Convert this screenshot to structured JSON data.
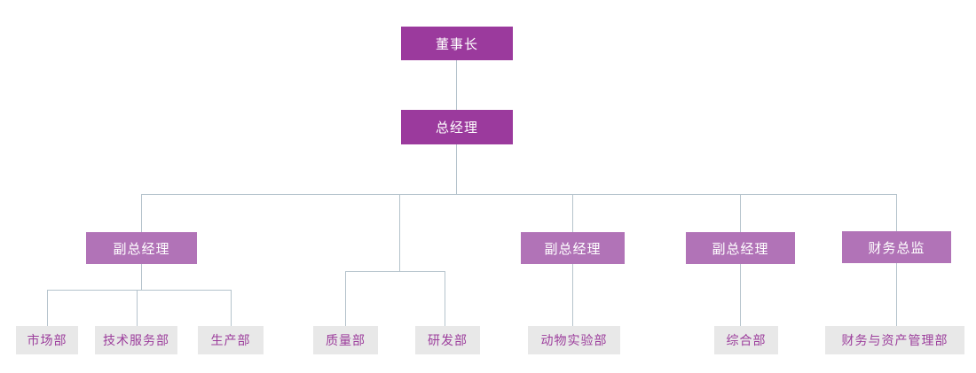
{
  "colors": {
    "level1_bg": "#9b3a9d",
    "level2_bg": "#b173b7",
    "leaf_bg": "#e8e8e8",
    "leaf_text": "#9c3e9c",
    "node_text": "#ffffff",
    "connector_line": "#b5c3cc",
    "page_bg": "#ffffff"
  },
  "org": {
    "nodes": [
      {
        "id": "chairman",
        "label": "董事长",
        "level": 1
      },
      {
        "id": "general-manager",
        "label": "总经理",
        "level": 1
      },
      {
        "id": "deputy-gm-1",
        "label": "副总经理",
        "level": 2
      },
      {
        "id": "deputy-gm-2",
        "label": "副总经理",
        "level": 2
      },
      {
        "id": "deputy-gm-3",
        "label": "副总经理",
        "level": 2
      },
      {
        "id": "finance-director",
        "label": "财务总监",
        "level": 2
      },
      {
        "id": "marketing-dept",
        "label": "市场部",
        "level": 3
      },
      {
        "id": "tech-service-dept",
        "label": "技术服务部",
        "level": 3
      },
      {
        "id": "production-dept",
        "label": "生产部",
        "level": 3
      },
      {
        "id": "quality-dept",
        "label": "质量部",
        "level": 3
      },
      {
        "id": "rd-dept",
        "label": "研发部",
        "level": 3
      },
      {
        "id": "animal-lab-dept",
        "label": "动物实验部",
        "level": 3
      },
      {
        "id": "general-affairs-dept",
        "label": "综合部",
        "level": 3
      },
      {
        "id": "finance-asset-dept",
        "label": "财务与资产管理部",
        "level": 3
      }
    ]
  },
  "chart_data": {
    "type": "org-hierarchy-diagram",
    "hierarchy": {
      "label": "董事长",
      "children": [
        {
          "label": "总经理",
          "children": [
            {
              "label": "副总经理",
              "children": [
                {
                  "label": "市场部"
                },
                {
                  "label": "技术服务部"
                },
                {
                  "label": "生产部"
                }
              ]
            },
            {
              "label": null,
              "children": [
                {
                  "label": "质量部"
                },
                {
                  "label": "研发部"
                }
              ]
            },
            {
              "label": "副总经理",
              "children": [
                {
                  "label": "动物实验部"
                }
              ]
            },
            {
              "label": "副总经理",
              "children": [
                {
                  "label": "综合部"
                }
              ]
            },
            {
              "label": "财务总监",
              "children": [
                {
                  "label": "财务与资产管理部"
                }
              ]
            }
          ]
        }
      ]
    }
  }
}
